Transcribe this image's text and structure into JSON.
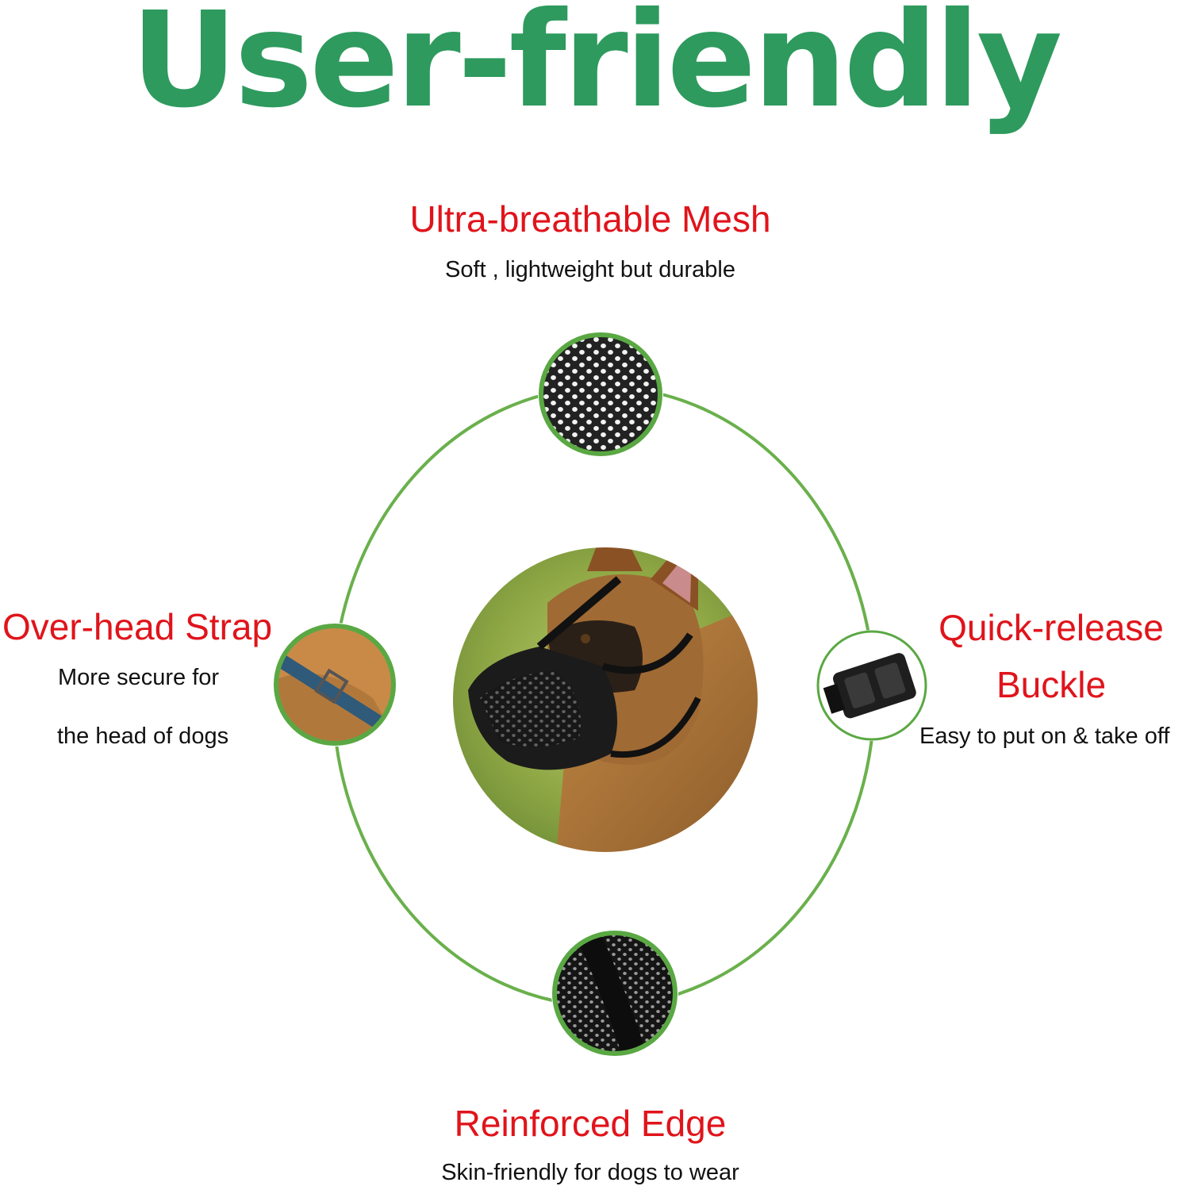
{
  "page": {
    "title": "User-friendly",
    "colors": {
      "title": "#2e9a5e",
      "feature_title": "#e0141b",
      "feature_text": "#111111",
      "ring": "#6ab04c"
    }
  },
  "features": {
    "top": {
      "title": "Ultra-breathable Mesh",
      "desc": "Soft , lightweight but durable",
      "icon": "mesh-fabric-icon"
    },
    "left": {
      "title": "Over-head Strap",
      "desc_1": "More secure for",
      "desc_2": "the head of dogs",
      "icon": "head-strap-icon"
    },
    "right": {
      "title_1": "Quick-release",
      "title_2": "Buckle",
      "desc": "Easy to put on & take off",
      "icon": "buckle-icon"
    },
    "bottom": {
      "title": "Reinforced Edge",
      "desc": "Skin-friendly for dogs to wear",
      "icon": "reinforced-edge-icon"
    }
  },
  "center_image": {
    "icon": "dog-with-muzzle-icon"
  }
}
